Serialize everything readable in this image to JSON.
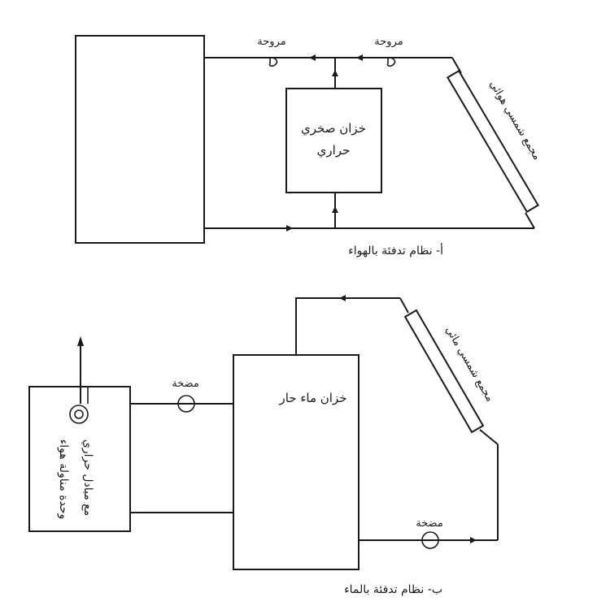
{
  "system_a": {
    "storage_label_line1": "خزان صخري",
    "storage_label_line2": "حراري",
    "fan_label_left": "مروحة",
    "fan_label_right": "مروحة",
    "collector_label": "مجمع شمسي هوائي",
    "caption": "أ- نظام تدفئة بالهواء"
  },
  "system_b": {
    "tank_label": "خزان ماء حار",
    "pump_label_left": "مضخة",
    "pump_label_bottom": "مضخة",
    "collector_label": "مجمع شمسي مائي",
    "handler_label_line1": "وحدة مناولة هواء",
    "handler_label_line2": "مع مبادل حراري",
    "caption": "ب- نظام تدفئة بالماء"
  }
}
